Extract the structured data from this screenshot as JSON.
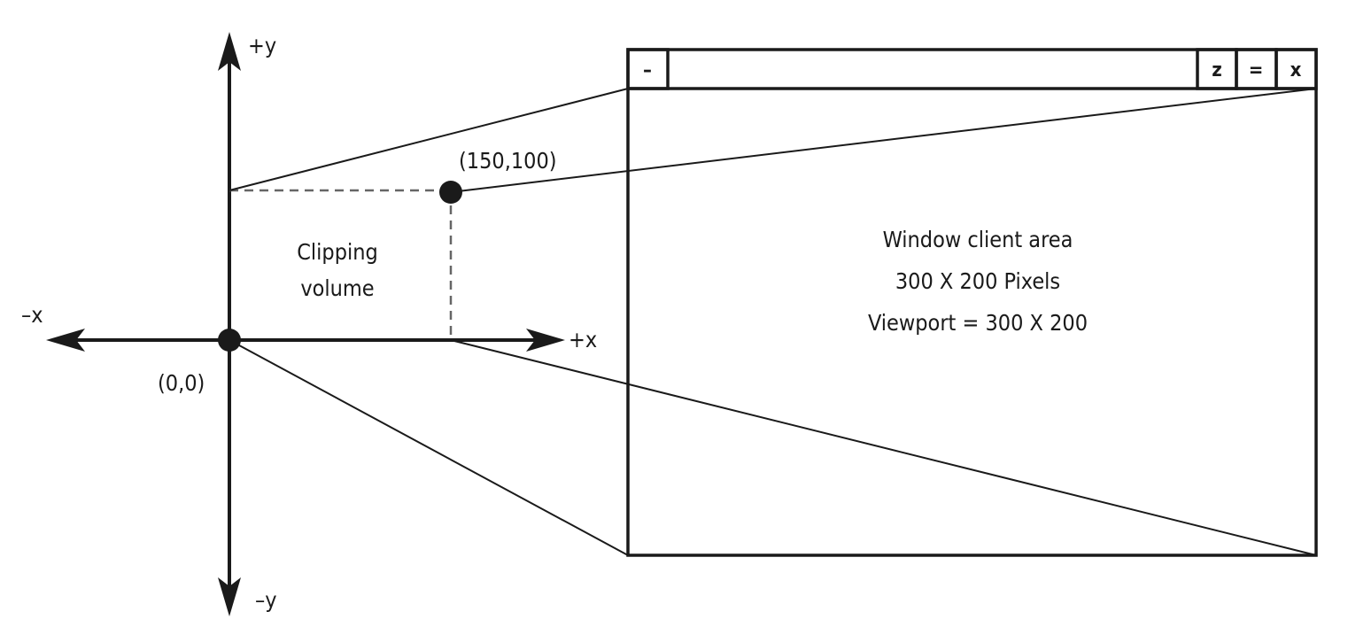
{
  "axes": {
    "pos_y_label": "+y",
    "neg_y_label": "–y",
    "pos_x_label": "+x",
    "neg_x_label": "–x"
  },
  "points": {
    "origin_label": "(0,0)",
    "corner_label": "(150,100)"
  },
  "clipping": {
    "line1": "Clipping",
    "line2": "volume"
  },
  "window": {
    "minimize_glyph": "–",
    "zoom_glyph": "z",
    "restore_glyph": "=",
    "close_glyph": "x",
    "client_line1": "Window client area",
    "client_line2": "300 X 200 Pixels",
    "client_line3": "Viewport = 300 X 200"
  },
  "colors": {
    "ink": "#1a1a1a",
    "dashed": "#666666",
    "background": "#ffffff"
  }
}
